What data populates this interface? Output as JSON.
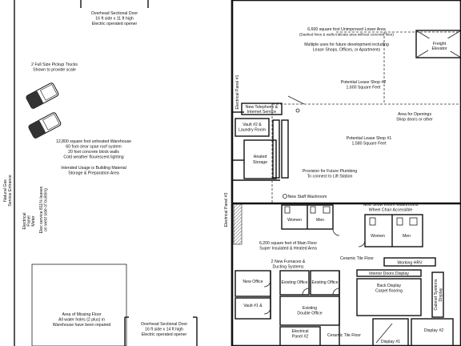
{
  "labels": {
    "door_top_1": "Overhead Sectional Door",
    "door_top_2": "16 ft side x 11 ft high",
    "door_top_3": "Electric operated opener",
    "trucks_1": "2 Full Size Pickup Trucks",
    "trucks_2": "Shown to provide scale",
    "natural_gas_1": "Natural Gas",
    "natural_gas_2": "Service Entrance",
    "elec_meter_1": "Electrical",
    "elec_meter_2": "Panel",
    "elec_meter_3": "Meter",
    "service_1": "Elec service 811% leases",
    "service_2": "on west side of building",
    "warehouse_1": "12,800 square foot unheated Warehouse",
    "warehouse_2": "60 foot clear span roof system",
    "warehouse_3": "20 foot concrete block walls",
    "warehouse_4": "Cold weather flourescent lighting",
    "usage_1": "Intended Usage is Building Material",
    "usage_2": "Storage & Preparation Area",
    "floor_1": "Area of Missing Floor",
    "floor_2": "All water holes (2 plus) in",
    "floor_3": "Warehouse have been repaired",
    "door_bot_1": "Overhead Sectional Door",
    "door_bot_2": "16 ft side x 14 ft high",
    "door_bot_3": "Electric operated opener",
    "panel_1": "Electrical Panel #1",
    "panel_3": "Electrical Panel #3",
    "phone": "New Telephone &",
    "internet": "Internet Service",
    "vault1": "Vault #2 &",
    "laundry": "Laundry Room",
    "heated_1": "Heated",
    "heated_2": "Storage",
    "lower_1": "6,600 square foot Unimproved Lower Area",
    "lower_2": "(Dashed lines & walls indicate area without concrete floor)",
    "multiple_1": "Multiple uses for future development including",
    "multiple_2": "Lease Shops, Offices, or Apartments",
    "freight_1": "Freight",
    "freight_2": "Elevator",
    "lease2_1": "Potential Lease Shop #2",
    "lease2_2": "1,600 Square Feet",
    "openings_1": "Area for Openings",
    "openings_2": "Shop doors or other",
    "lease1_1": "Potential Lease Shop #1",
    "lease1_2": "1,580 Square Feet",
    "plumbing_1": "Provision for Future Plumbing",
    "plumbing_2": "To connect to Lift Station",
    "staff_wash": "New Staff Washroom",
    "new_washrooms_1": "New Show Room Washrooms",
    "new_washrooms_2": "Wheel Chair Accessible",
    "women": "Women",
    "men": "Men",
    "main_1": "6,200 square feet of Main Floor",
    "main_2": "Super Insulated & Heated Area",
    "furnaces_1": "2 New Furnaces &",
    "furnaces_2": "Ducting Systems",
    "ceramic": "Ceramic Tile Floor",
    "working": "Working HRV",
    "interior_doors": "Interior Doors Display",
    "new_office": "New Office",
    "existing_office": "Existing Office",
    "vault1b_1": "Vault #1 &",
    "vault1b_2": "",
    "existing_double_1": "Existing",
    "existing_double_2": "Double Office",
    "back_display_1": "Back Display",
    "back_display_2": "Carpet flooring",
    "elec_panel2_1": "Electrical",
    "elec_panel2_2": "Panel #2",
    "ceramic_bottom": "Ceramic Tile Floor",
    "display2": "Display #2",
    "display1": "Display #1",
    "cabinet": "Cabinet Systems",
    "display": "Display"
  }
}
